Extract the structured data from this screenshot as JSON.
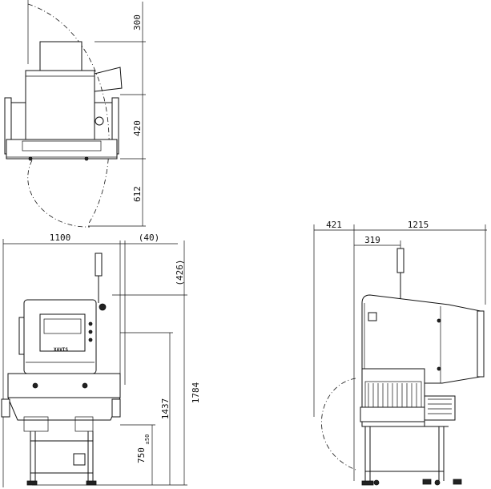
{
  "top_view": {
    "dims": {
      "cover_clearance": "300",
      "body_depth": "420",
      "door_clearance": "612"
    }
  },
  "front_view": {
    "dims": {
      "width": "1100",
      "offset": "(40)",
      "beacon": "(426)",
      "total_height": "1784",
      "panel_height": "1437",
      "conveyor_height": "750",
      "tolerance": "±50"
    },
    "brand": "XAVIS"
  },
  "side_view": {
    "dims": {
      "door_swing": "421",
      "body_length": "1215",
      "pole_offset": "319"
    }
  }
}
